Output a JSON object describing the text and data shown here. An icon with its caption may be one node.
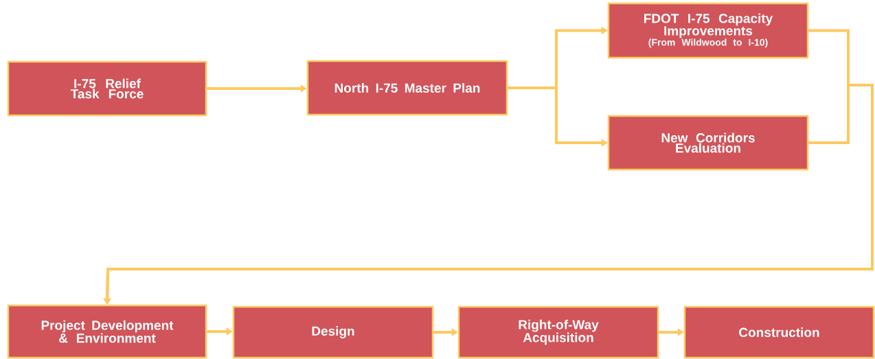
{
  "diagram": {
    "nodes": [
      {
        "text": [
          "I-75 Relief Task Force"
        ]
      },
      {
        "text": [
          "North I-75 Master Plan"
        ]
      },
      {
        "text": [
          "FDOT I-75 Capacity Improvements",
          "(From Wildwood to I-10)"
        ]
      },
      {
        "text": [
          "New Corridors Evaluation"
        ]
      },
      {
        "text": [
          "Project Development & Environment"
        ]
      },
      {
        "text": [
          "Design"
        ]
      },
      {
        "text": [
          "Right-of-Way Acquisition"
        ]
      },
      {
        "text": [
          "Construction"
        ]
      }
    ],
    "edges": [
      {
        "from": 0,
        "to": 1,
        "arrow": "to"
      },
      {
        "from": 1,
        "to": 2,
        "arrow": "to"
      },
      {
        "from": 1,
        "to": 3,
        "arrow": "to"
      },
      {
        "from": 2,
        "to": 4,
        "arrow": "to"
      },
      {
        "from": 3,
        "to": 4,
        "arrow": "to"
      },
      {
        "from": 4,
        "to": 5,
        "arrow": "to"
      },
      {
        "from": 5,
        "to": 6,
        "arrow": "to"
      },
      {
        "from": 6,
        "to": 7,
        "arrow": "to"
      }
    ]
  }
}
